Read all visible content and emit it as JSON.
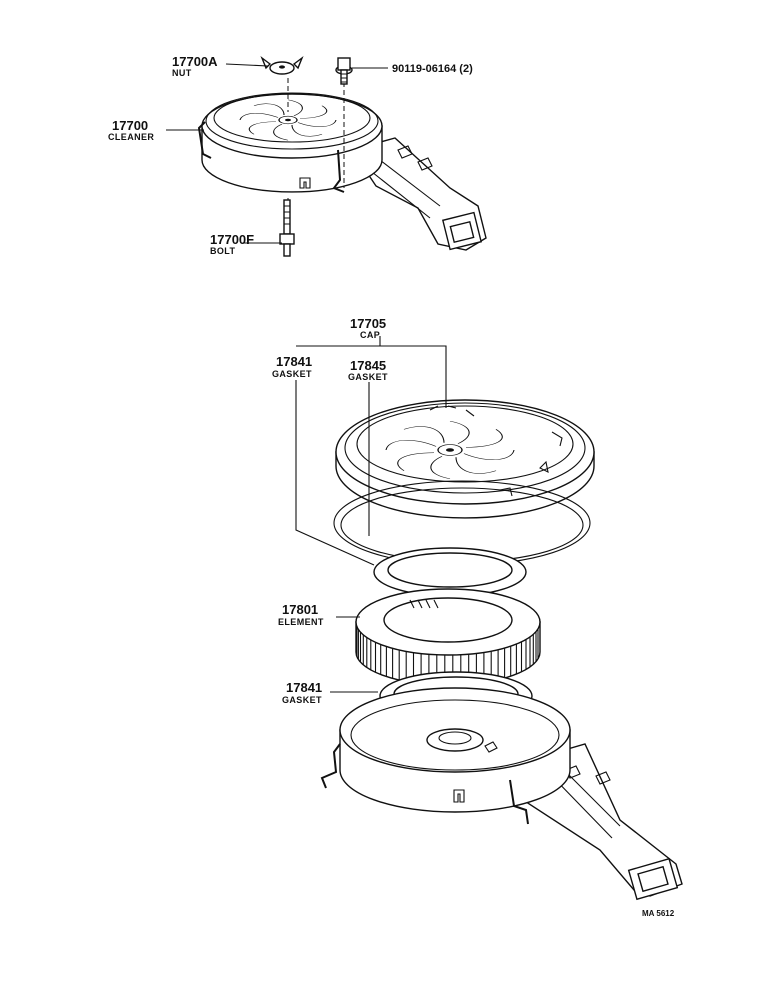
{
  "callouts": [
    {
      "id": "nut",
      "number": "17700A",
      "name": "NUT"
    },
    {
      "id": "screw",
      "number": "90119-06164 (2)",
      "name": ""
    },
    {
      "id": "cleaner",
      "number": "17700",
      "name": "CLEANER"
    },
    {
      "id": "bolt",
      "number": "17700F",
      "name": "BOLT"
    },
    {
      "id": "cap",
      "number": "17705",
      "name": "CAP"
    },
    {
      "id": "gasket-left",
      "number": "17841",
      "name": "GASKET"
    },
    {
      "id": "gasket-center",
      "number": "17845",
      "name": "GASKET"
    },
    {
      "id": "element",
      "number": "17801",
      "name": "ELEMENT"
    },
    {
      "id": "gasket-lower",
      "number": "17841",
      "name": "GASKET"
    }
  ],
  "diagram_code": "MA 5612"
}
